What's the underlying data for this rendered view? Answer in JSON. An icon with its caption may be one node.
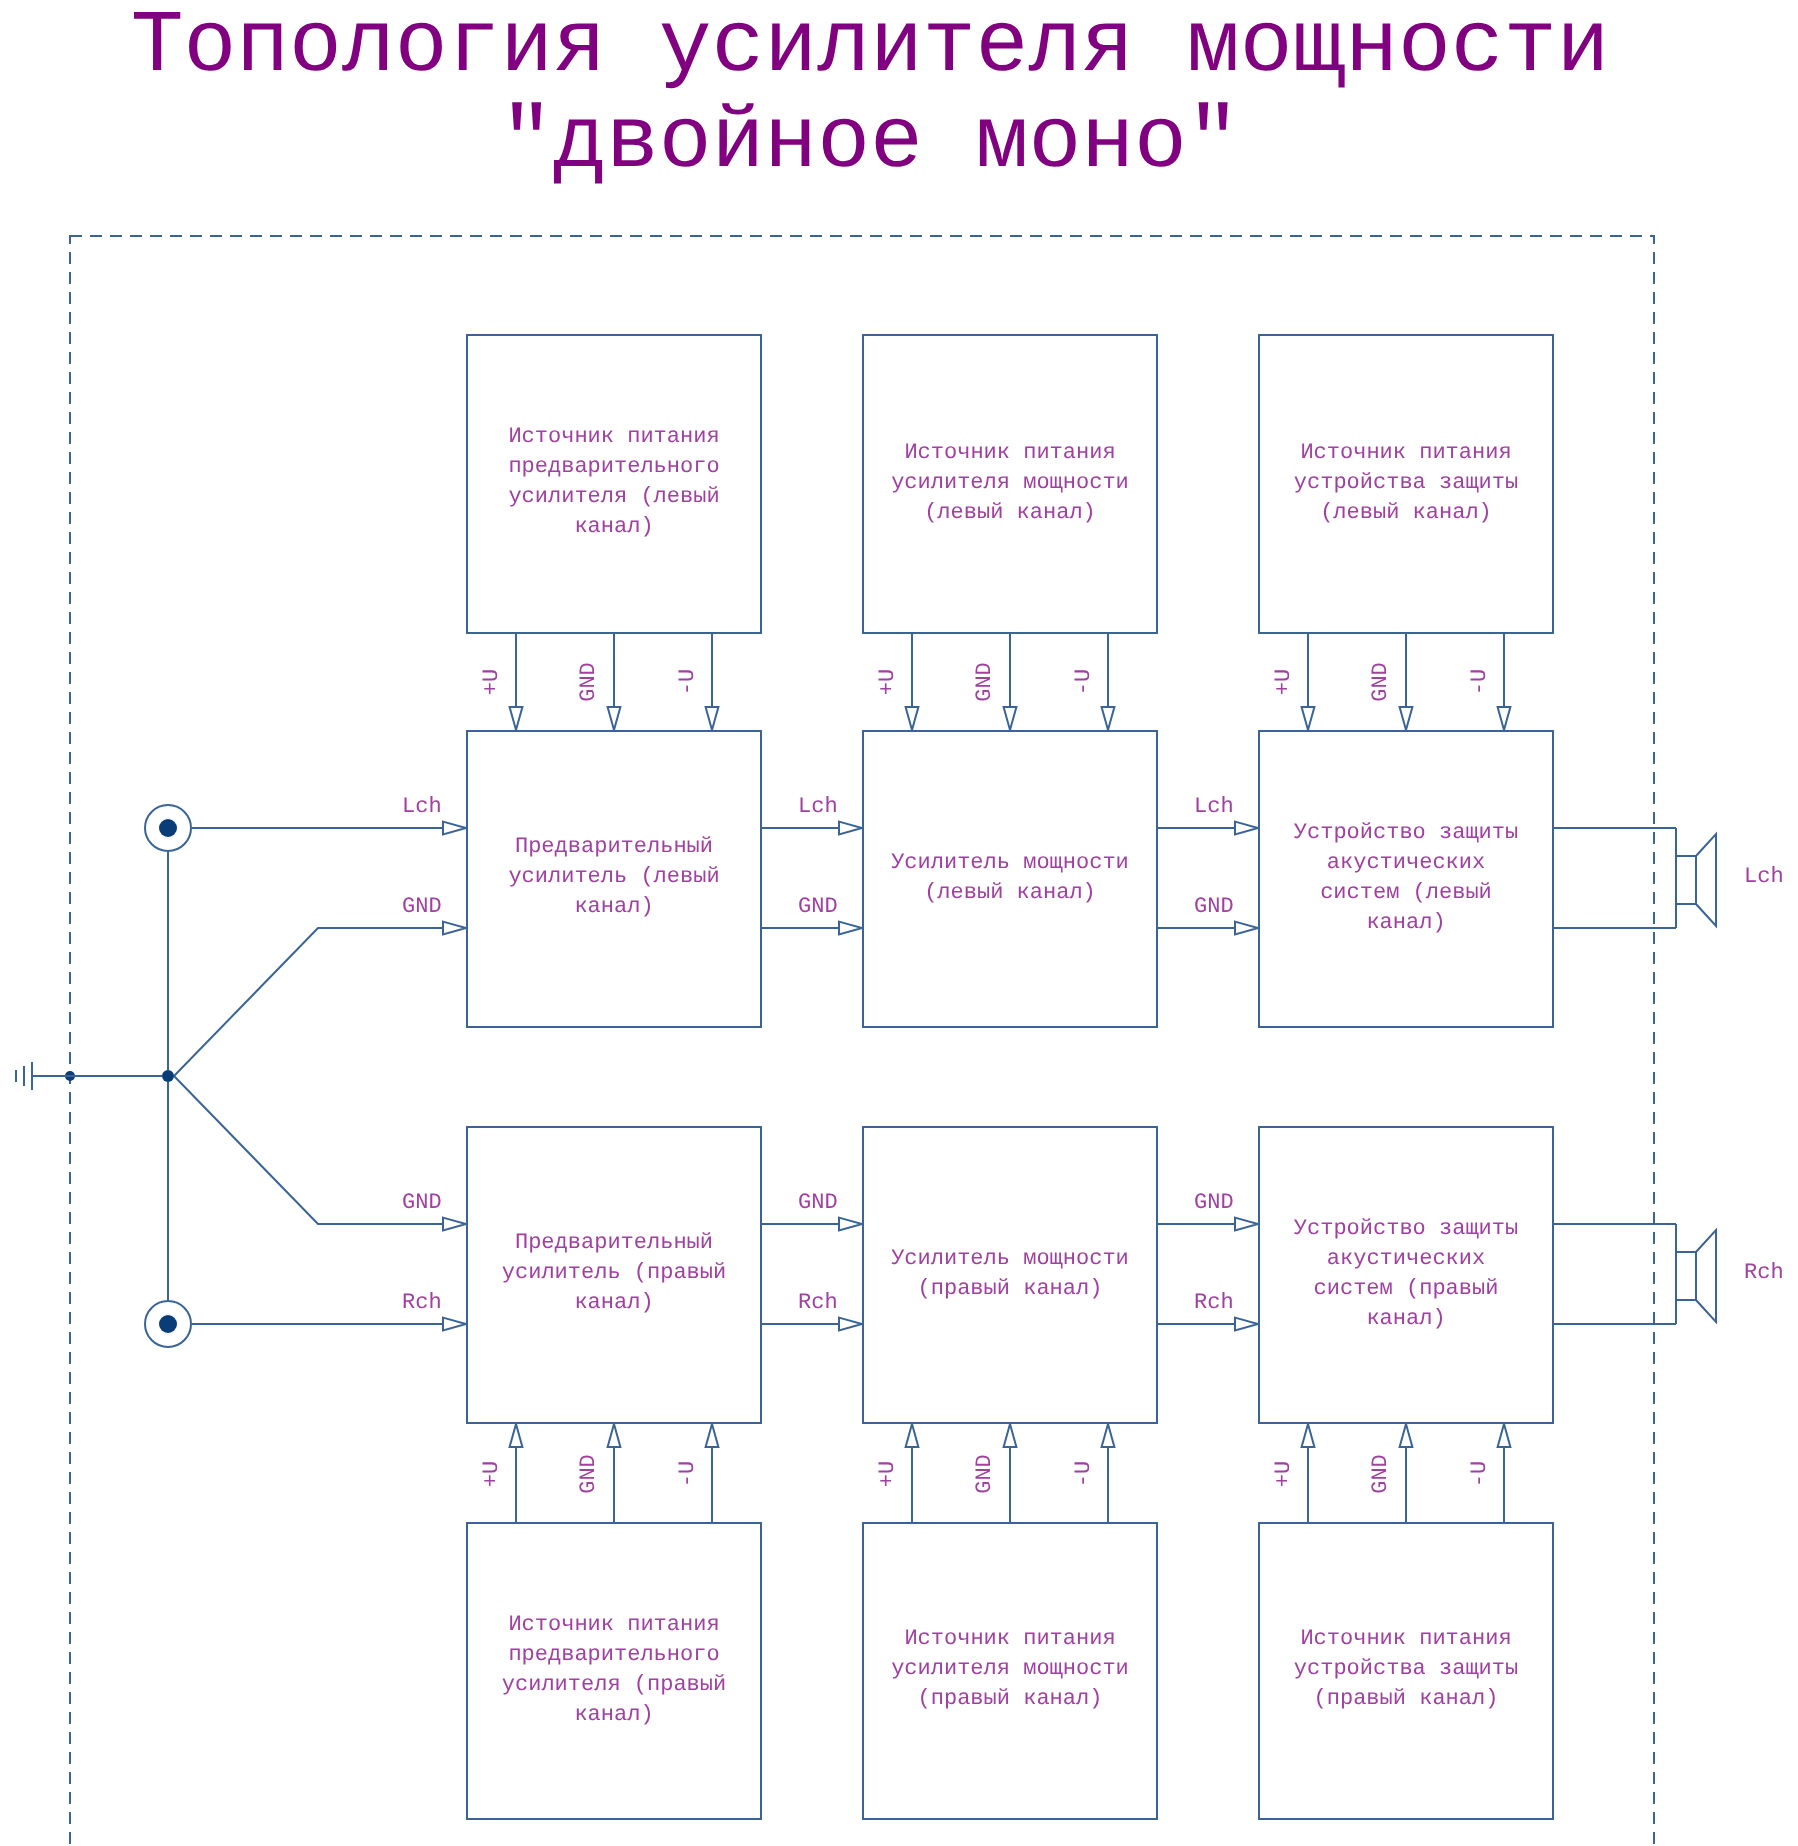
{
  "diagram": {
    "title": "Топология усилителя мощности \"двойное моно\"",
    "nodes": [
      {
        "text": [
          "Источник питания предварительного усилителя (левый канал)"
        ]
      },
      {
        "text": [
          "Источник питания усилителя мощности (левый канал)"
        ]
      },
      {
        "text": [
          "Источник питания устройства защиты (левый канал)"
        ]
      },
      {
        "text": [],
        "shape": "circle"
      },
      {
        "text": [
          "Предварительный усилитель (левый канал)"
        ]
      },
      {
        "text": [
          "Усилитель мощности (левый канал)"
        ]
      },
      {
        "text": [
          "Устройство защиты акустических систем (левый канал)"
        ]
      },
      {
        "text": [],
        "shape": "speaker",
        "beside": [
          "Lch"
        ]
      },
      {
        "text": [],
        "shape": "ground"
      },
      {
        "text": [],
        "shape": "circle"
      },
      {
        "text": [
          "Предварительный усилитель (правый канал)"
        ]
      },
      {
        "text": [
          "Усилитель мощности (правый канал)"
        ]
      },
      {
        "text": [
          "Устройство защиты акустических систем (правый канал)"
        ]
      },
      {
        "text": [],
        "shape": "speaker",
        "beside": [
          "Rch"
        ]
      },
      {
        "text": [],
        "shape": "circle"
      },
      {
        "text": [
          "Источник питания предварительного усилителя (правый канал)"
        ]
      },
      {
        "text": [
          "Источник питания усилителя мощности (правый канал)"
        ]
      },
      {
        "text": [
          "Источник питания устройства защиты (правый канал)"
        ]
      }
    ],
    "edges": [
      {
        "from": 0,
        "to": 4,
        "arrow": "to",
        "label": "+U"
      },
      {
        "from": 0,
        "to": 4,
        "arrow": "to",
        "label": "GND"
      },
      {
        "from": 0,
        "to": 4,
        "arrow": "to",
        "label": "-U"
      },
      {
        "from": 1,
        "to": 5,
        "arrow": "to",
        "label": "+U"
      },
      {
        "from": 1,
        "to": 5,
        "arrow": "to",
        "label": "GND"
      },
      {
        "from": 1,
        "to": 5,
        "arrow": "to",
        "label": "-U"
      },
      {
        "from": 2,
        "to": 6,
        "arrow": "to",
        "label": "+U"
      },
      {
        "from": 2,
        "to": 6,
        "arrow": "to",
        "label": "GND"
      },
      {
        "from": 2,
        "to": 6,
        "arrow": "to",
        "label": "-U"
      },
      {
        "from": 3,
        "to": 4,
        "arrow": "to",
        "label": "Lch"
      },
      {
        "from": 9,
        "to": 4,
        "arrow": "to",
        "label": "GND"
      },
      {
        "from": 4,
        "to": 5,
        "arrow": "to",
        "label": "Lch"
      },
      {
        "from": 4,
        "to": 5,
        "arrow": "to",
        "label": "GND"
      },
      {
        "from": 5,
        "to": 6,
        "arrow": "to",
        "label": "Lch"
      },
      {
        "from": 5,
        "to": 6,
        "arrow": "to",
        "label": "GND"
      },
      {
        "from": 6,
        "to": 7,
        "arrow": "none"
      },
      {
        "from": 6,
        "to": 7,
        "arrow": "none"
      },
      {
        "from": 3,
        "to": 9,
        "arrow": "none"
      },
      {
        "from": 8,
        "to": 9,
        "arrow": "none"
      },
      {
        "from": 9,
        "to": 10,
        "arrow": "to",
        "label": "GND"
      },
      {
        "from": 14,
        "to": 10,
        "arrow": "to",
        "label": "Rch"
      },
      {
        "from": 10,
        "to": 11,
        "arrow": "to",
        "label": "GND"
      },
      {
        "from": 10,
        "to": 11,
        "arrow": "to",
        "label": "Rch"
      },
      {
        "from": 11,
        "to": 12,
        "arrow": "to",
        "label": "GND"
      },
      {
        "from": 11,
        "to": 12,
        "arrow": "to",
        "label": "Rch"
      },
      {
        "from": 12,
        "to": 13,
        "arrow": "none"
      },
      {
        "from": 12,
        "to": 13,
        "arrow": "none"
      },
      {
        "from": 9,
        "to": 14,
        "arrow": "none"
      },
      {
        "from": 15,
        "to": 10,
        "arrow": "to",
        "label": "+U"
      },
      {
        "from": 15,
        "to": 10,
        "arrow": "to",
        "label": "GND"
      },
      {
        "from": 15,
        "to": 10,
        "arrow": "to",
        "label": "-U"
      },
      {
        "from": 16,
        "to": 11,
        "arrow": "to",
        "label": "+U"
      },
      {
        "from": 16,
        "to": 11,
        "arrow": "to",
        "label": "GND"
      },
      {
        "from": 16,
        "to": 11,
        "arrow": "to",
        "label": "-U"
      },
      {
        "from": 17,
        "to": 12,
        "arrow": "to",
        "label": "+U"
      },
      {
        "from": 17,
        "to": 12,
        "arrow": "to",
        "label": "GND"
      },
      {
        "from": 17,
        "to": 12,
        "arrow": "to",
        "label": "-U"
      }
    ]
  }
}
